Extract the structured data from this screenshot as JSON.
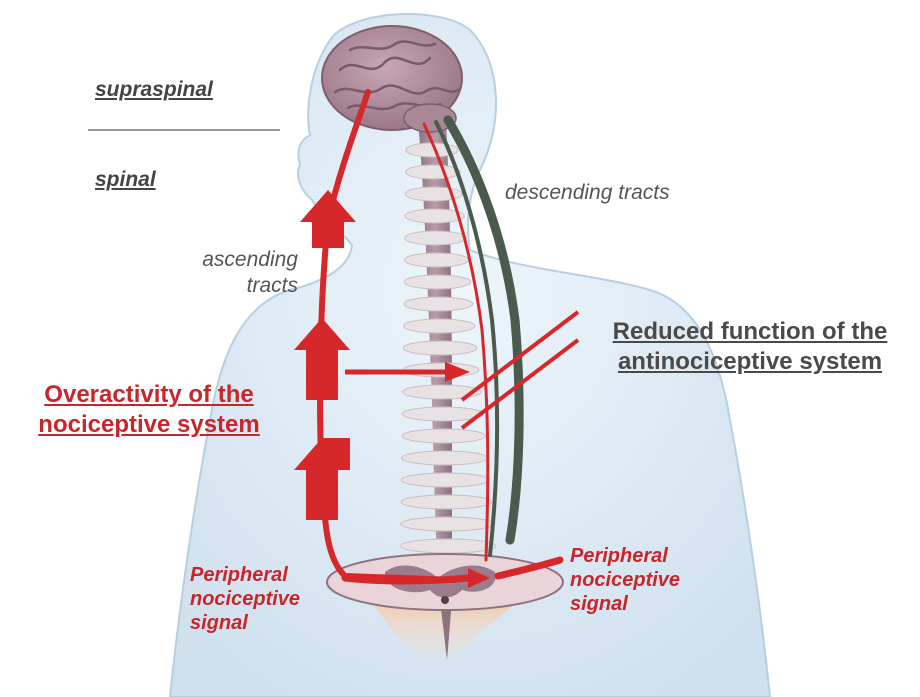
{
  "levels": {
    "supraspinal": "supraspinal",
    "spinal": "spinal"
  },
  "tracts": {
    "ascending_line1": "ascending",
    "ascending_line2": "tracts",
    "descending": "descending tracts"
  },
  "headings": {
    "overactivity_line1": "Overactivity of the",
    "overactivity_line2": "nociceptive system",
    "reduced_line1": "Reduced function of the",
    "reduced_line2": "antinociceptive system"
  },
  "signals": {
    "left_line1": "Peripheral",
    "left_line2": "nociceptive",
    "left_line3": "signal",
    "right_line1": "Peripheral",
    "right_line2": "nociceptive",
    "right_line3": "signal"
  },
  "colors": {
    "nociceptive_red": "#d6282b",
    "descending_green": "#4a5a4c",
    "body_blue": "#dbe8f2",
    "spine_mauve": "#a58a96"
  }
}
